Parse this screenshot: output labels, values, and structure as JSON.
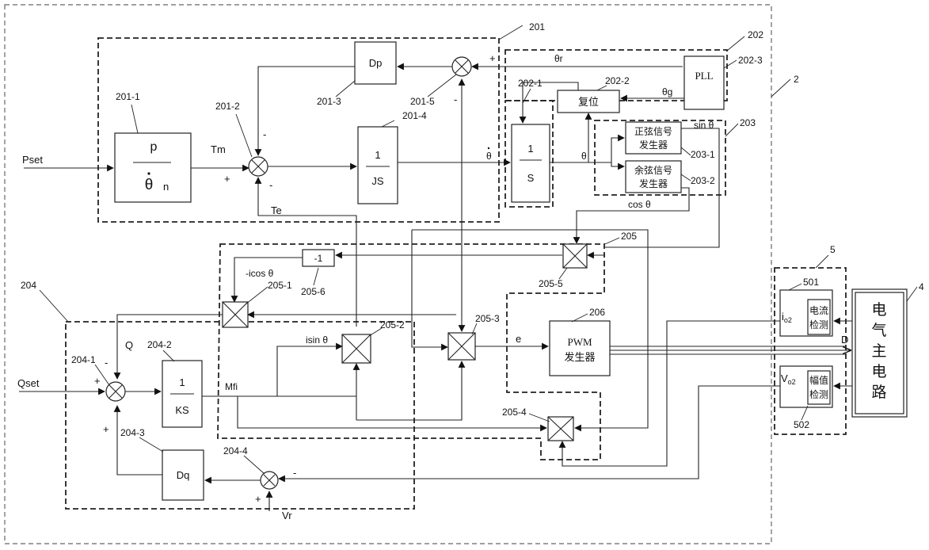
{
  "labels": {
    "pset": "Pset",
    "qset": "Qset",
    "tm": "Tm",
    "te": "Te",
    "q": "Q",
    "theta_r": "θr",
    "theta_g": "θg",
    "theta_dot": "θ",
    "theta": "θ",
    "sin": "sin θ",
    "cos": "cos θ",
    "neg_icos": "-icos θ",
    "isin": "isin θ",
    "e": "e",
    "m": "Mfi",
    "vr": "Vr",
    "d": "D",
    "i_o2": "i",
    "i_o2_sub": "o2",
    "v_o2": "V",
    "v_o2_sub": "o2"
  },
  "signs": {
    "plus": "+",
    "minus": "-"
  },
  "blocks": {
    "p_num": "p",
    "p_den": "θ",
    "p_den_sub": "n",
    "dp": "Dp",
    "js_num": "1",
    "js_den": "JS",
    "s_num": "1",
    "s_den": "S",
    "pll": "PLL",
    "reset": "复位",
    "sine_gen_1": "正弦信号",
    "sine_gen_2": "发生器",
    "cos_gen_1": "余弦信号",
    "cos_gen_2": "发生器",
    "neg1": "-1",
    "pwm_1": "PWM",
    "pwm_2": "发生器",
    "ks_num": "1",
    "ks_den": "KS",
    "dq": "Dq",
    "current_1": "电流",
    "current_2": "检测",
    "amp_1": "幅值",
    "amp_2": "检测",
    "main_circuit": [
      "电",
      "气",
      "主",
      "电",
      "路"
    ]
  },
  "refs": {
    "r2": "2",
    "r4": "4",
    "r5": "5",
    "r201": "201",
    "r201_1": "201-1",
    "r201_2": "201-2",
    "r201_3": "201-3",
    "r201_4": "201-4",
    "r201_5": "201-5",
    "r202": "202",
    "r202_1": "202-1",
    "r202_2": "202-2",
    "r202_3": "202-3",
    "r203": "203",
    "r203_1": "203-1",
    "r203_2": "203-2",
    "r204": "204",
    "r204_1": "204-1",
    "r204_2": "204-2",
    "r204_3": "204-3",
    "r204_4": "204-4",
    "r205": "205",
    "r205_1": "205-1",
    "r205_2": "205-2",
    "r205_3": "205-3",
    "r205_4": "205-4",
    "r205_5": "205-5",
    "r205_6": "205-6",
    "r206": "206",
    "r501": "501",
    "r502": "502"
  }
}
